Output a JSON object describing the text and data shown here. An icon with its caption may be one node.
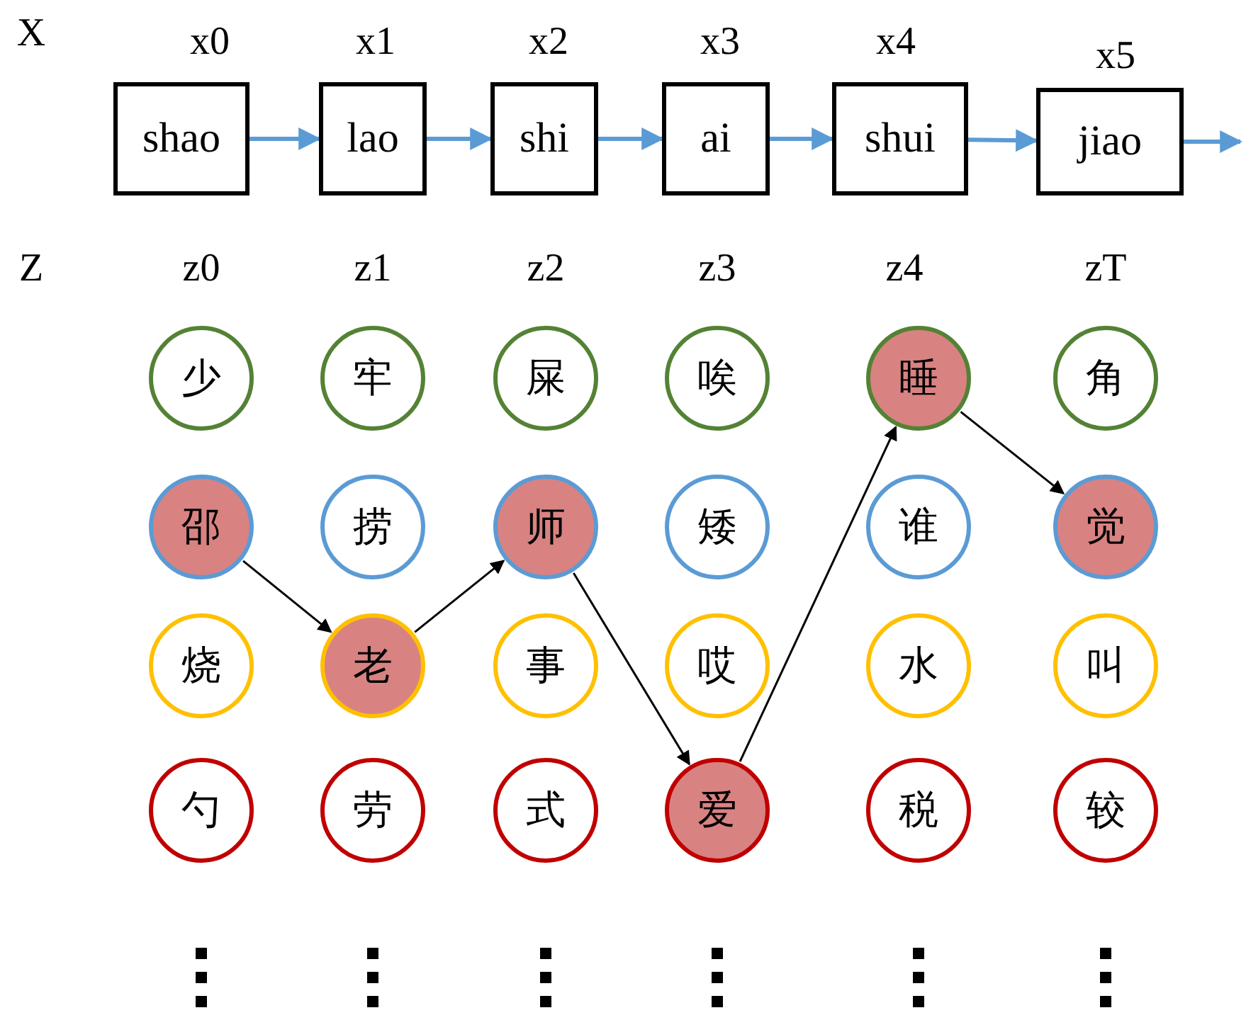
{
  "diagram": {
    "nodes": [
      {
        "text": [
          "shao"
        ],
        "beside": [
          "x0"
        ]
      },
      {
        "text": [
          "lao"
        ],
        "beside": [
          "x1"
        ]
      },
      {
        "text": [
          "shi"
        ],
        "beside": [
          "x2"
        ]
      },
      {
        "text": [
          "ai"
        ],
        "beside": [
          "x3"
        ]
      },
      {
        "text": [
          "shui"
        ],
        "beside": [
          "x4"
        ]
      },
      {
        "text": [
          "jiao"
        ],
        "beside": [
          "x5"
        ]
      },
      {
        "text": [
          "少"
        ]
      },
      {
        "text": [
          "牢"
        ]
      },
      {
        "text": [
          "屎"
        ]
      },
      {
        "text": [
          "唉"
        ]
      },
      {
        "text": [
          "睡"
        ]
      },
      {
        "text": [
          "角"
        ]
      },
      {
        "text": [
          "邵"
        ]
      },
      {
        "text": [
          "捞"
        ]
      },
      {
        "text": [
          "师"
        ]
      },
      {
        "text": [
          "矮"
        ]
      },
      {
        "text": [
          "谁"
        ]
      },
      {
        "text": [
          "觉"
        ]
      },
      {
        "text": [
          "烧"
        ]
      },
      {
        "text": [
          "老"
        ]
      },
      {
        "text": [
          "事"
        ]
      },
      {
        "text": [
          "哎"
        ]
      },
      {
        "text": [
          "水"
        ]
      },
      {
        "text": [
          "叫"
        ]
      },
      {
        "text": [
          "勺"
        ]
      },
      {
        "text": [
          "劳"
        ]
      },
      {
        "text": [
          "式"
        ]
      },
      {
        "text": [
          "爱"
        ]
      },
      {
        "text": [
          "税"
        ]
      },
      {
        "text": [
          "较"
        ]
      }
    ],
    "edges": [
      {
        "from": 0,
        "to": 1,
        "arrow": "to"
      },
      {
        "from": 1,
        "to": 2,
        "arrow": "to"
      },
      {
        "from": 2,
        "to": 3,
        "arrow": "to"
      },
      {
        "from": 3,
        "to": 4,
        "arrow": "to"
      },
      {
        "from": 4,
        "to": 5,
        "arrow": "to"
      },
      {
        "from": 5,
        "to": null,
        "arrow": "to"
      },
      {
        "from": 12,
        "to": 19,
        "arrow": "to",
        "color": "#000000"
      },
      {
        "from": 19,
        "to": 14,
        "arrow": "to",
        "color": "#000000"
      },
      {
        "from": 14,
        "to": 27,
        "arrow": "to",
        "color": "#000000"
      },
      {
        "from": 27,
        "to": 10,
        "arrow": "to",
        "color": "#000000"
      },
      {
        "from": 10,
        "to": 17,
        "arrow": "to",
        "color": "#000000"
      }
    ],
    "labels": [
      "X",
      "Z",
      "z0",
      "z1",
      "z2",
      "z3",
      "z4",
      "zT"
    ]
  }
}
